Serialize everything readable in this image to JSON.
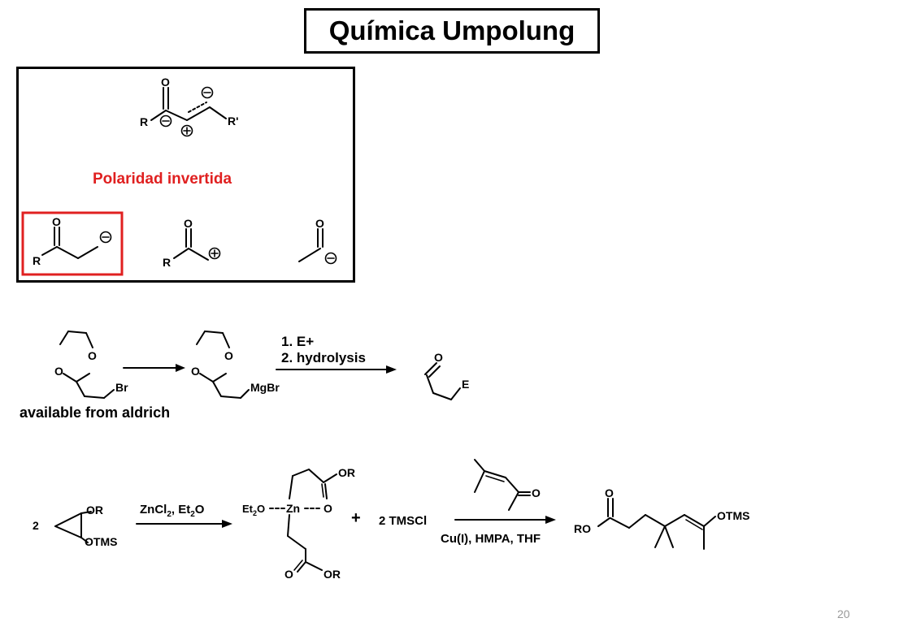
{
  "slide": {
    "title": "Química Umpolung",
    "page_number": "20"
  },
  "concept": {
    "caption": "Polaridad invertida",
    "enone_labels": {
      "oxygen": "O",
      "r": "R",
      "r_prime": "R'"
    },
    "candidate_labels": {
      "oxygen": "O",
      "r": "R"
    }
  },
  "scheme1": {
    "ring_oxygen": "O",
    "bromide": "Br",
    "grignard": "MgBr",
    "conditions": [
      "1. E+",
      "2. hydrolysis"
    ],
    "product_oxygen": "O",
    "electrophile": "E",
    "note": "available from aldrich"
  },
  "scheme2": {
    "coefficient": "2",
    "cyclopropane_substituents": [
      "OR",
      "OTMS"
    ],
    "reagent_main": "ZnCl",
    "reagent_sub1": "2",
    "reagent_sep": ", Et",
    "reagent_sub2": "2",
    "reagent_tail": "O",
    "zn_ligand_main": "Et",
    "zn_ligand_sub": "2",
    "zn_ligand_tail": "O",
    "zinc": "Zn",
    "ester_groups": [
      "OR",
      "OR"
    ],
    "carbonyl_oxygen": "O",
    "plus": "+",
    "tmscl": "2 TMSCl",
    "conditions": "Cu(I), HMPA, THF",
    "enone_oxygen": "O",
    "product_ester": "RO",
    "product_silyl": "OTMS"
  },
  "colors": {
    "highlight": "#e02020",
    "ink": "#000000"
  }
}
